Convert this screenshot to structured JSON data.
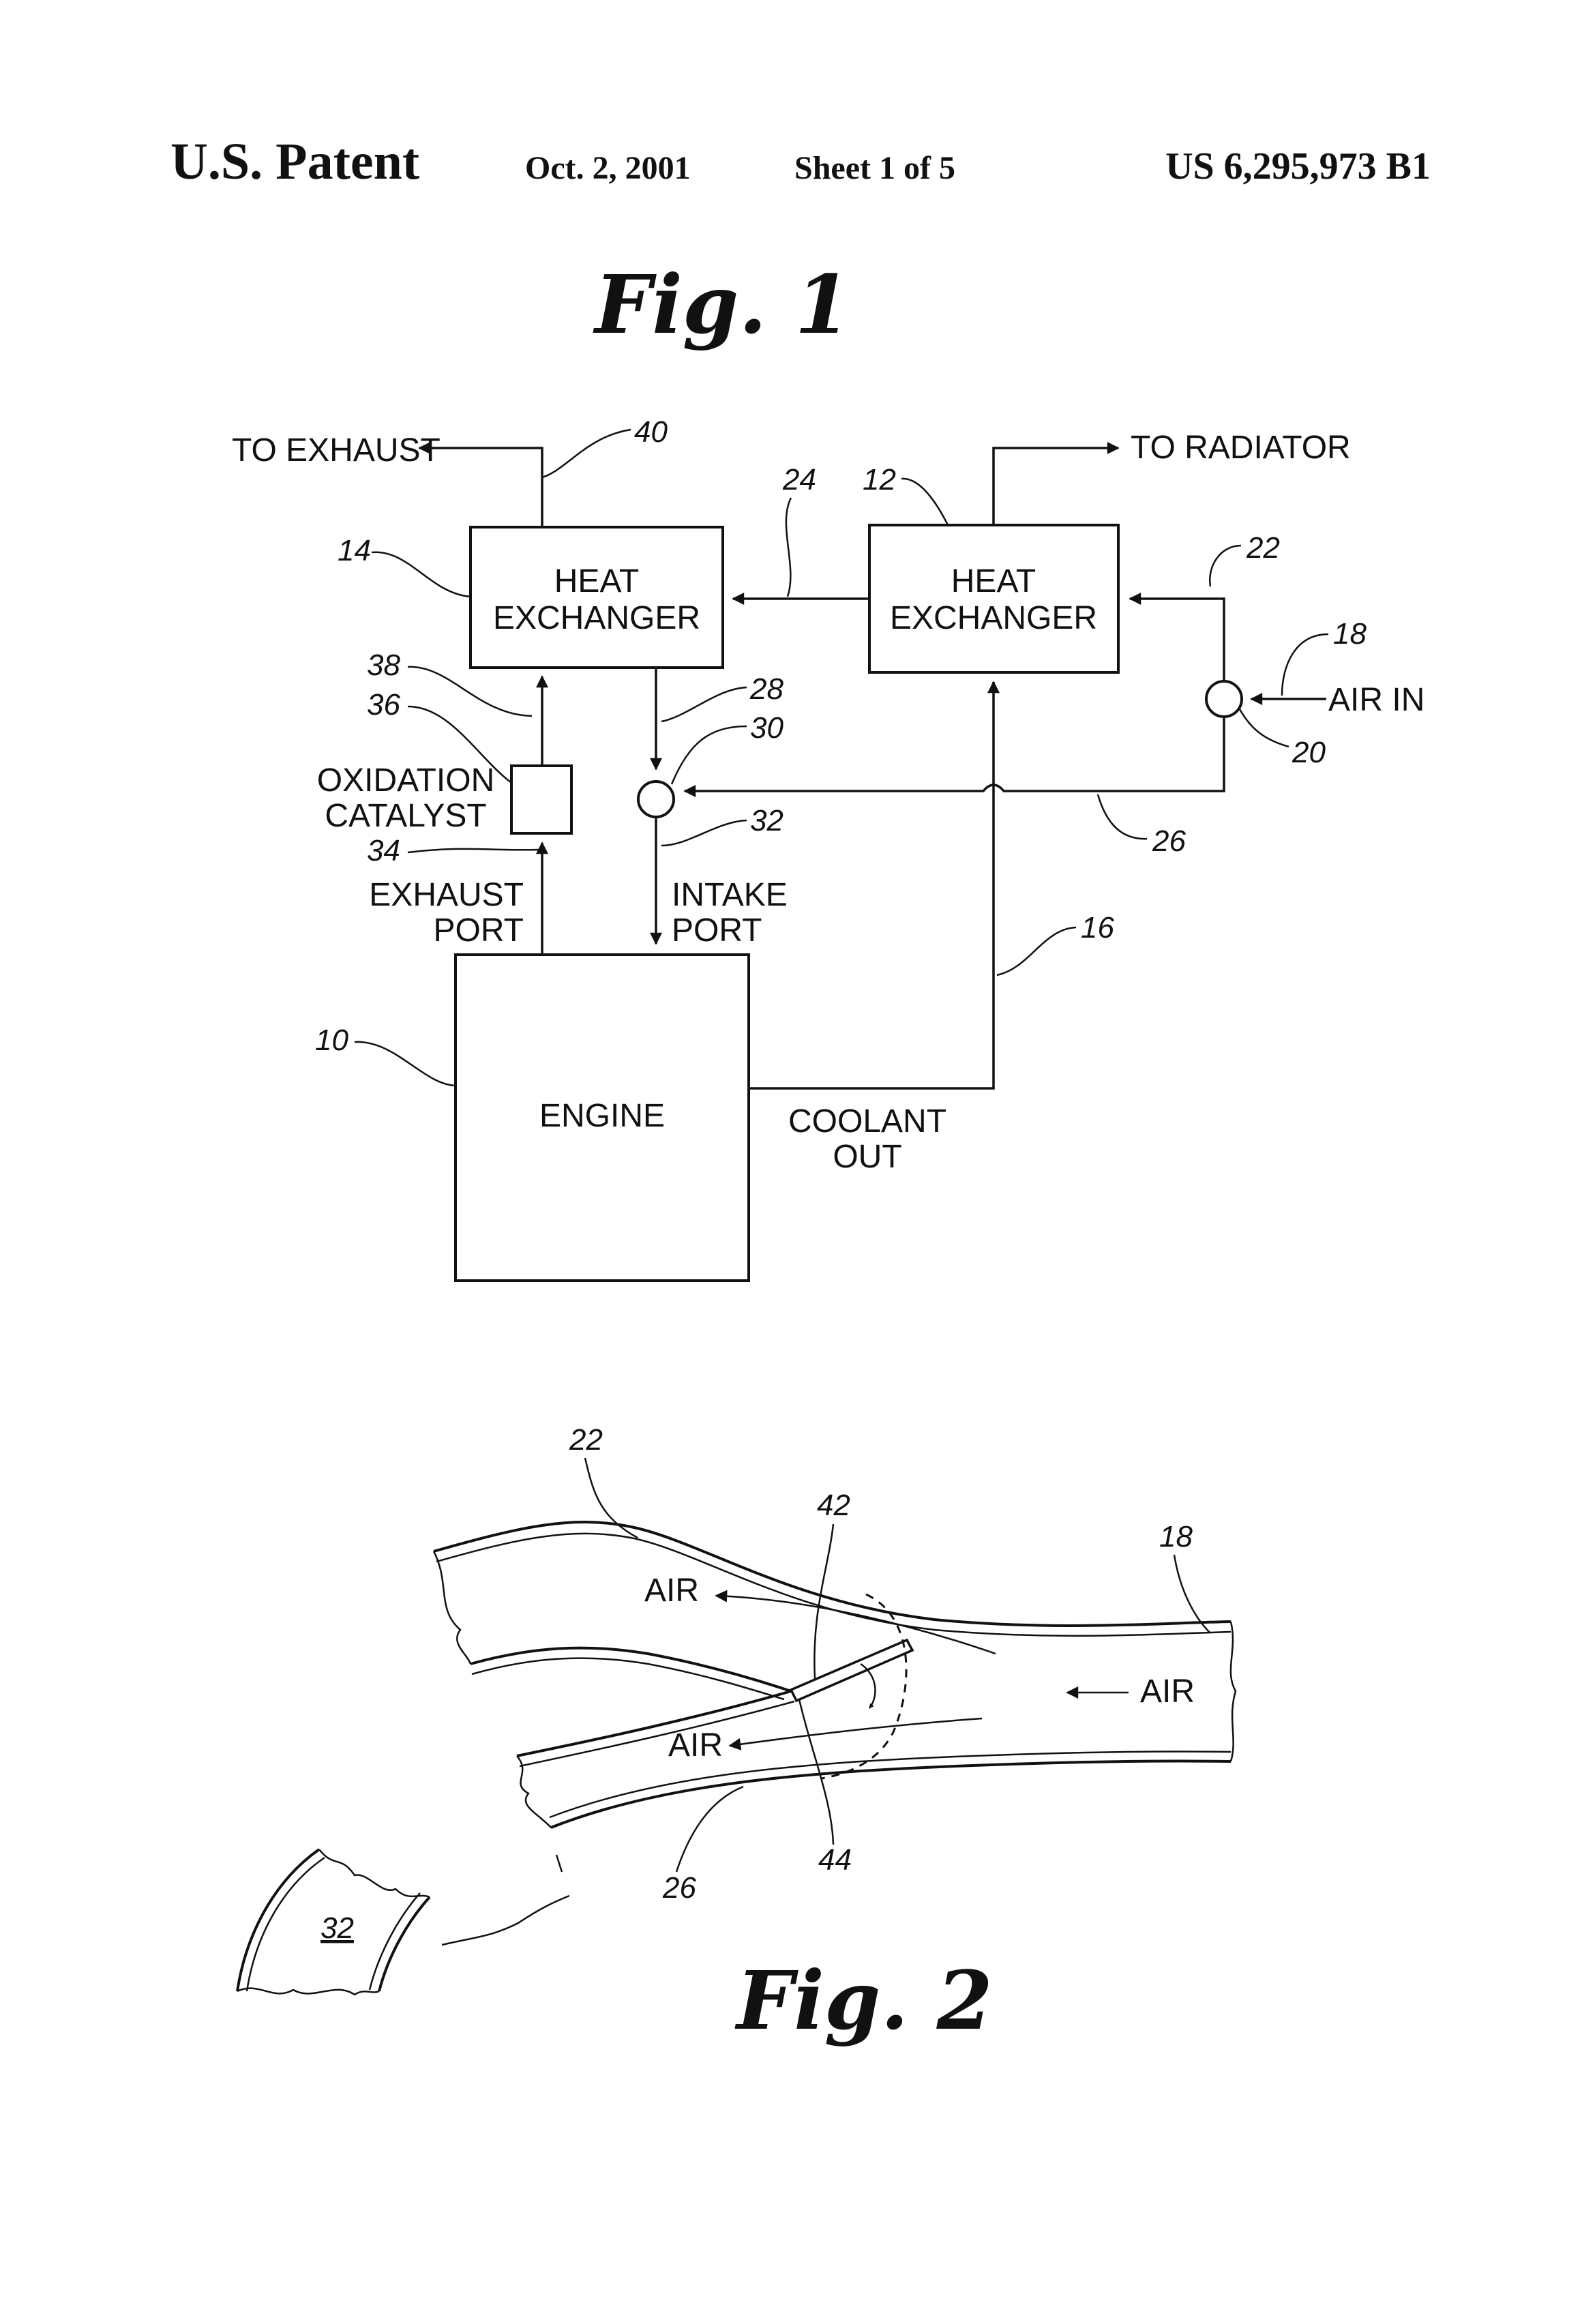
{
  "header": {
    "left": "U.S. Patent",
    "date": "Oct. 2, 2001",
    "sheet": "Sheet 1 of 5",
    "number": "US 6,295,973 B1"
  },
  "fig1": {
    "title": "Fig. 1",
    "labels": {
      "to_exhaust": "TO EXHAUST",
      "to_radiator": "TO RADIATOR",
      "heat_exchanger_14_l1": "HEAT",
      "heat_exchanger_14_l2": "EXCHANGER",
      "heat_exchanger_12_l1": "HEAT",
      "heat_exchanger_12_l2": "EXCHANGER",
      "oxidation_l1": "OXIDATION",
      "oxidation_l2": "CATALYST",
      "exhaust_port_l1": "EXHAUST",
      "exhaust_port_l2": "PORT",
      "intake_port_l1": "INTAKE",
      "intake_port_l2": "PORT",
      "engine": "ENGINE",
      "coolant_l1": "COOLANT",
      "coolant_l2": "OUT",
      "air_in": "AIR IN"
    },
    "refs": {
      "r40": "40",
      "r24": "24",
      "r12": "12",
      "r14": "14",
      "r22": "22",
      "r18": "18",
      "r38": "38",
      "r28": "28",
      "r36": "36",
      "r30": "30",
      "r20": "20",
      "r32": "32",
      "r34": "34",
      "r26": "26",
      "r16": "16",
      "r10": "10"
    }
  },
  "fig2": {
    "title": "Fig. 2",
    "labels": {
      "air_upper": "AIR",
      "air_lower": "AIR",
      "air_in": "AIR"
    },
    "refs": {
      "r22": "22",
      "r42": "42",
      "r18": "18",
      "r26": "26",
      "r44": "44",
      "r32": "32"
    }
  }
}
